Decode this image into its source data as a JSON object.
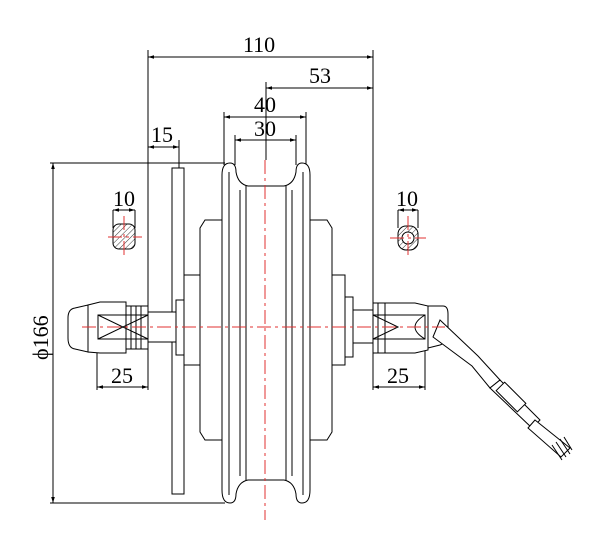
{
  "drawing": {
    "dimensions": {
      "overall_width": "110",
      "half_width": "53",
      "rim_outer_width": "40",
      "rim_inner_width": "30",
      "brake_offset": "15",
      "diameter": "ϕ166",
      "left_axle_length": "25",
      "right_axle_length": "25",
      "left_axle_section": "10",
      "right_axle_section": "10"
    },
    "colors": {
      "line": "#000000",
      "centerline": "#e03030"
    }
  }
}
